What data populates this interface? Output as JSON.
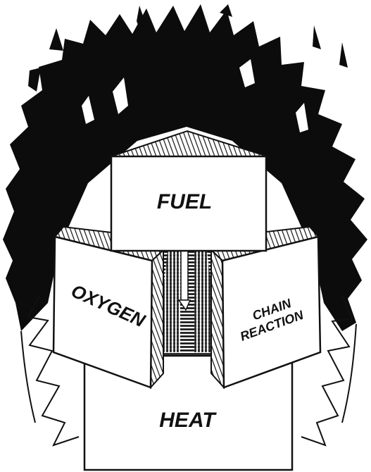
{
  "diagram": {
    "blocks": [
      {
        "id": "fuel",
        "label": "FUEL"
      },
      {
        "id": "oxygen",
        "label": "OXYGEN"
      },
      {
        "id": "chain",
        "label_line1": "CHAIN",
        "label_line2": "REACTION"
      },
      {
        "id": "heat",
        "label": "HEAT"
      }
    ]
  },
  "colors": {
    "ink": "#111111",
    "paper": "#ffffff"
  }
}
